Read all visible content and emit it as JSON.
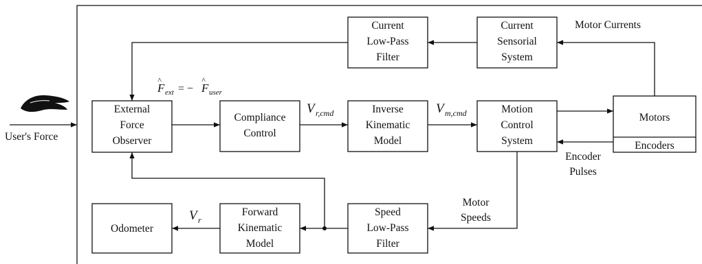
{
  "blocks": {
    "external_force_observer": [
      "External",
      "Force",
      "Observer"
    ],
    "compliance_control": [
      "Compliance",
      "Control"
    ],
    "inverse_kinematic_model": [
      "Inverse",
      "Kinematic",
      "Model"
    ],
    "motion_control_system": [
      "Motion",
      "Control",
      "System"
    ],
    "motors": "Motors",
    "encoders": "Encoders",
    "current_lowpass_filter": [
      "Current",
      "Low-Pass",
      "Filter"
    ],
    "current_sensorial_system": [
      "Current",
      "Sensorial",
      "System"
    ],
    "speed_lowpass_filter": [
      "Speed",
      "Low-Pass",
      "Filter"
    ],
    "forward_kinematic_model": [
      "Forward",
      "Kinematic",
      "Model"
    ],
    "odometer": "Odometer"
  },
  "labels": {
    "users_force": "User's Force",
    "motor_currents": "Motor Currents",
    "encoder_pulses": [
      "Encoder",
      "Pulses"
    ],
    "motor_speeds": [
      "Motor",
      "Speeds"
    ]
  },
  "signals": {
    "f_ext_lhs_base": "F",
    "f_ext_lhs_sub": "ext",
    "f_ext_eq": "= −",
    "f_ext_rhs_base": "F",
    "f_ext_rhs_sub": "user",
    "v_rcmd_base": "V",
    "v_rcmd_sub": "r,cmd",
    "v_mcmd_base": "V",
    "v_mcmd_sub": "m,cmd",
    "v_r_base": "V",
    "v_r_sub": "r"
  },
  "colors": {
    "line": "#111111",
    "background": "#ffffff"
  },
  "icons": {
    "hand": "hand-icon"
  }
}
